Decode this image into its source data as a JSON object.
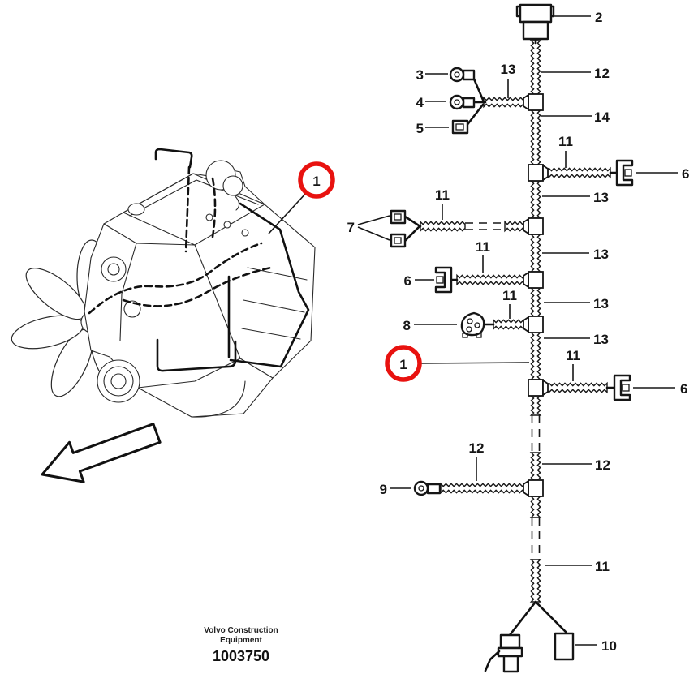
{
  "figure": {
    "colors": {
      "callout_red": "#e8120f",
      "ink": "#161616"
    },
    "callouts": {
      "engine_ref": "1",
      "harness_ref": "1",
      "item2": "2",
      "item3": "3",
      "item4": "4",
      "item5": "5",
      "item6_right1": "6",
      "item6_left": "6",
      "item6_right2": "6",
      "item7": "7",
      "item8": "8",
      "item9": "9",
      "item10": "10",
      "seg12_top": "12",
      "seg13_branch_top": "13",
      "seg14": "14",
      "seg11_branch_r1": "11",
      "seg13_r1": "13",
      "seg11_branch7": "11",
      "seg13_r2": "13",
      "seg11_branch6l": "11",
      "seg13_r3": "13",
      "seg11_branch8": "11",
      "seg13_r4": "13",
      "seg11_branch6r": "11",
      "seg12_branch9": "12",
      "seg12_right": "12",
      "seg11_bottom": "11"
    },
    "footer": {
      "brand_line1": "Volvo Construction",
      "brand_line2": "Equipment",
      "figure_number": "1003750"
    }
  }
}
